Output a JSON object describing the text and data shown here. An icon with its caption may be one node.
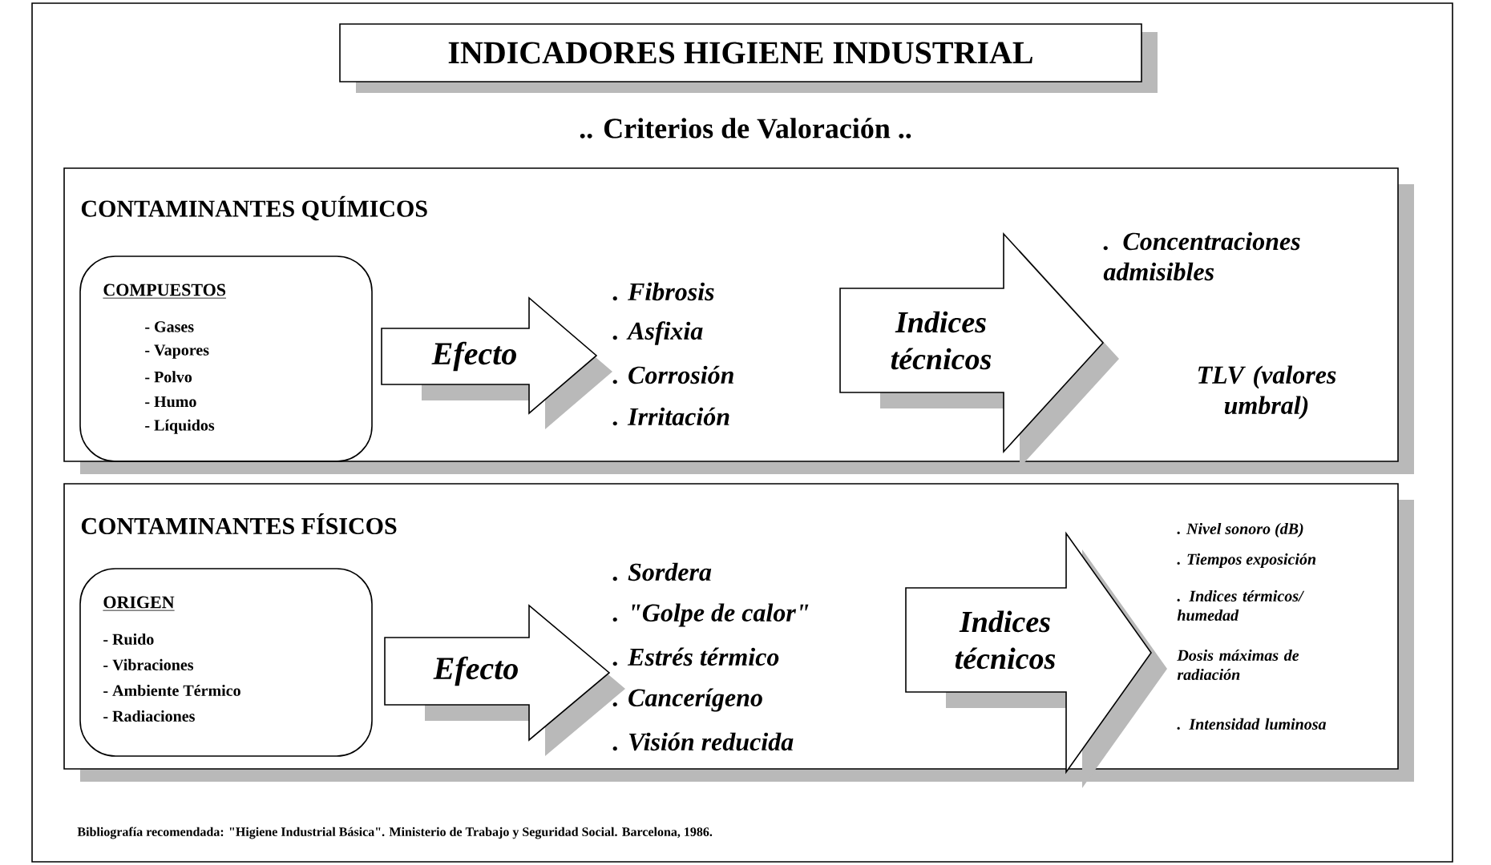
{
  "diagram": {
    "title": "INDICADORES HIGIENE INDUSTRIAL",
    "nodes": [
      {
        "text": [
          "CONTAMINANTES QUÍMICOS"
        ]
      },
      {
        "text": [
          "COMPUESTOS",
          "- Gases",
          "- Vapores",
          "- Polvo",
          "- Humo",
          "- Líquidos"
        ],
        "in": 0
      },
      {
        "text": [
          "Efecto"
        ],
        "in": 0
      },
      {
        "text": [
          "Indices técnicos"
        ],
        "in": 0
      },
      {
        "text": [
          "CONTAMINANTES FÍSICOS"
        ]
      },
      {
        "text": [
          "ORIGEN",
          "- Ruido",
          "- Vibraciones",
          "- Ambiente Térmico",
          "- Radiaciones"
        ],
        "in": 4
      },
      {
        "text": [
          "Efecto"
        ],
        "in": 4
      },
      {
        "text": [
          "Indices técnicos"
        ],
        "in": 4
      }
    ],
    "edges": [],
    "labels": [
      ".. Criterios de Valoración ..",
      ". Fibrosis",
      ". Asfixia",
      ". Corrosión",
      ". Irritación",
      ". Concentraciones admisibles",
      "TLV (valores umbral)",
      ". Sordera",
      ". \"Golpe de calor\"",
      ". Estrés térmico",
      ". Cancerígeno",
      ". Visión reducida",
      ". Nivel sonoro (dB)",
      ". Tiempos exposición",
      ". Indices térmicos/ humedad",
      "Dosis máximas de radiación",
      ". Intensidad luminosa",
      "Bibliografía recomendada: \"Higiene Industrial Básica\". Ministerio de Trabajo y Seguridad Social. Barcelona, 1986."
    ]
  }
}
